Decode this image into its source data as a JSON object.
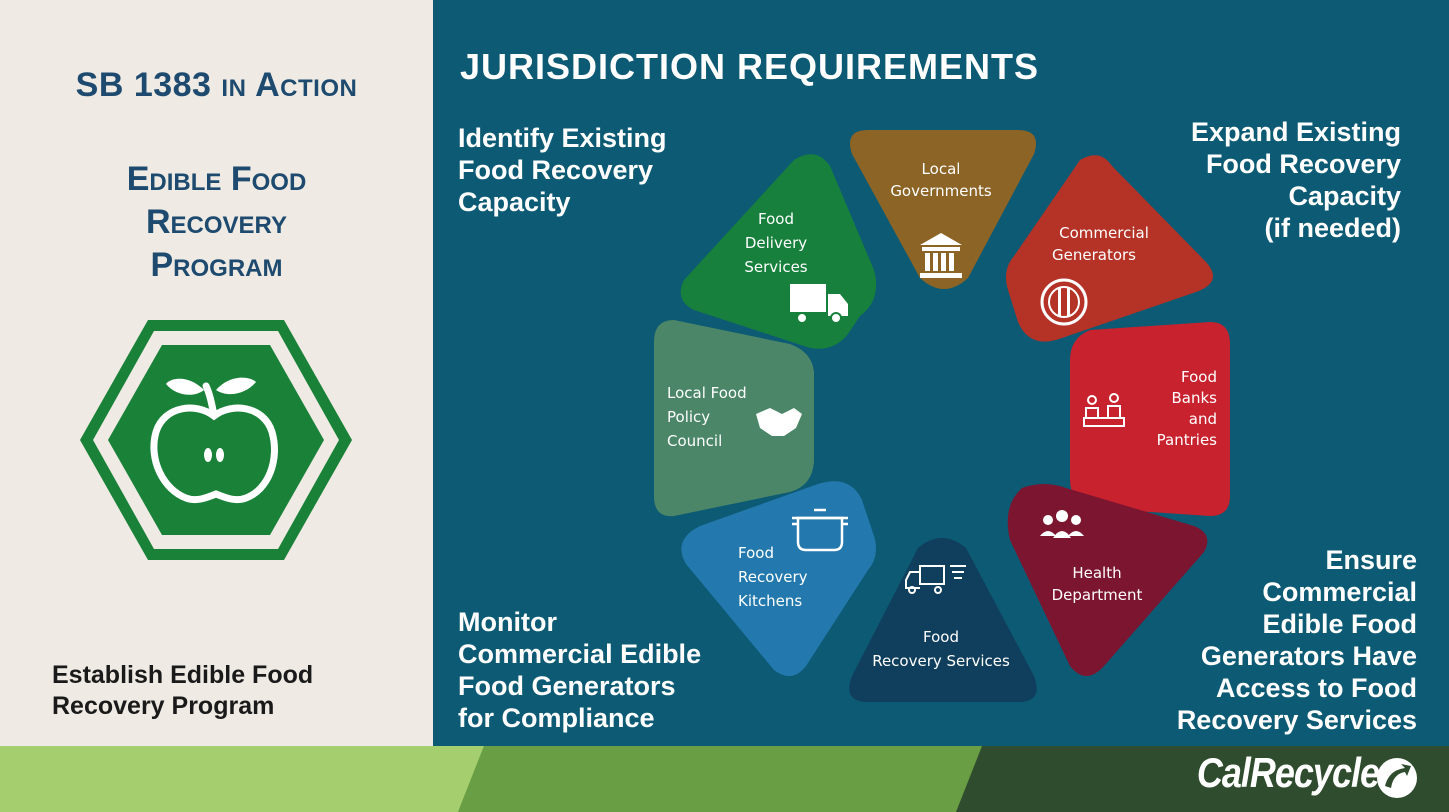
{
  "left": {
    "sb_title": "SB 1383 in Action",
    "program_title": "Edible Food\nRecovery\nProgram",
    "establish": "Establish Edible Food\nRecovery Program"
  },
  "right": {
    "heading": "JURISDICTION REQUIREMENTS",
    "corner_top_left": "Identify Existing\nFood Recovery\nCapacity",
    "corner_top_right": "Expand Existing\nFood Recovery\nCapacity\n(if needed)",
    "corner_bottom_left": "Monitor\nCommercial Edible\nFood Generators\nfor Compliance",
    "corner_bottom_right": "Ensure\nCommercial\nEdible Food\nGenerators Have\nAccess to Food\nRecovery Services"
  },
  "wheel": {
    "segments": [
      {
        "name": "local-governments",
        "label": "Local\nGovernments",
        "color": "#8c6425",
        "icon": "building-icon"
      },
      {
        "name": "commercial-generators",
        "label": "Commercial\nGenerators",
        "color": "#b43226",
        "icon": "plate-fork-knife-icon"
      },
      {
        "name": "food-banks-and-pantries",
        "label": "Food\nBanks\nand\nPantries",
        "color": "#c8222e",
        "icon": "food-bank-icon"
      },
      {
        "name": "health-department",
        "label": "Health\nDepartment",
        "color": "#7c1530",
        "icon": "people-icon"
      },
      {
        "name": "food-recovery-services",
        "label": "Food\nRecovery Services",
        "color": "#0f3f5c",
        "icon": "delivery-truck-icon"
      },
      {
        "name": "food-recovery-kitchens",
        "label": "Food\nRecovery\nKitchens",
        "color": "#2379ae",
        "icon": "cooking-pot-icon"
      },
      {
        "name": "local-food-policy-council",
        "label": "Local Food\nPolicy\nCouncil",
        "color": "#4a8667",
        "icon": "handshake-icon"
      },
      {
        "name": "food-delivery-services",
        "label": "Food\nDelivery\nServices",
        "color": "#16803c",
        "icon": "box-truck-icon"
      }
    ]
  },
  "logo": {
    "text": "CalRecycle"
  },
  "colors": {
    "left_bg": "#efebe4",
    "right_bg": "#0d5a74",
    "title_blue": "#1d4a6e",
    "hex_green": "#1a8139",
    "band_light": "#a5cf6e",
    "band_mid": "#6a9e44",
    "band_dark": "#2f4d2e"
  }
}
